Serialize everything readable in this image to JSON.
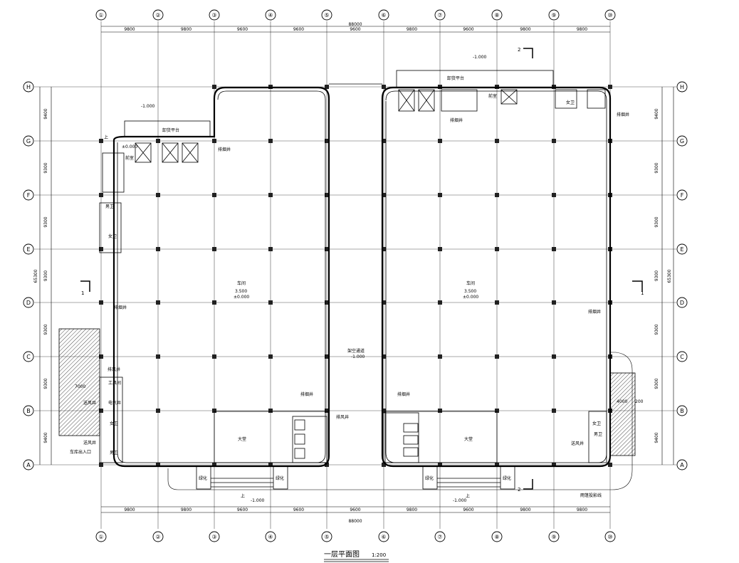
{
  "drawing": {
    "title": "一层平面图",
    "scale": "1:200"
  },
  "axes": {
    "columns": [
      "①",
      "②",
      "③",
      "④",
      "⑤",
      "⑥",
      "⑦",
      "⑧",
      "⑨",
      "⑩"
    ],
    "rows": [
      "A",
      "B",
      "C",
      "D",
      "E",
      "F",
      "G",
      "H"
    ]
  },
  "dimensions": {
    "top_spans": [
      "9800",
      "9800",
      "9600",
      "9600",
      "9600",
      "9800",
      "9600",
      "9800",
      "9800"
    ],
    "top_total": "88000",
    "bottom_spans": [
      "9800",
      "9800",
      "9600",
      "9600",
      "9600",
      "9800",
      "9600",
      "9800",
      "9800"
    ],
    "bottom_total": "88000",
    "left_spans": [
      "9400",
      "9300",
      "9300",
      "9300",
      "9300",
      "9300",
      "9400"
    ],
    "left_total": "65300",
    "right_spans": [
      "9400",
      "9300",
      "9300",
      "9300",
      "9300",
      "9300",
      "9400"
    ],
    "right_total": "65300"
  },
  "labels": {
    "workshop": "车间",
    "ceiling_height": "3.500",
    "floor_level": "±0.000",
    "lobby": "大堂",
    "loading_platform": "卸货平台",
    "level_minus_1": "-1.000",
    "smoke_shaft": "排烟井",
    "exhaust_shaft": "排风井",
    "supply_shaft": "送风井",
    "tool_room": "工具间",
    "electric_shaft": "电气井",
    "male_wc": "男卫",
    "female_wc": "女卫",
    "vestibule": "前室",
    "garage_entrance": "车库出入口",
    "greening": "绿化",
    "bridge_passage": "架空通道",
    "canopy_projection": "雨篷投影线",
    "up": "上",
    "ramp_width": "7000",
    "ramp_width_right": "4000",
    "ramp_offset": "200",
    "section_1": "1",
    "section_2": "2"
  }
}
